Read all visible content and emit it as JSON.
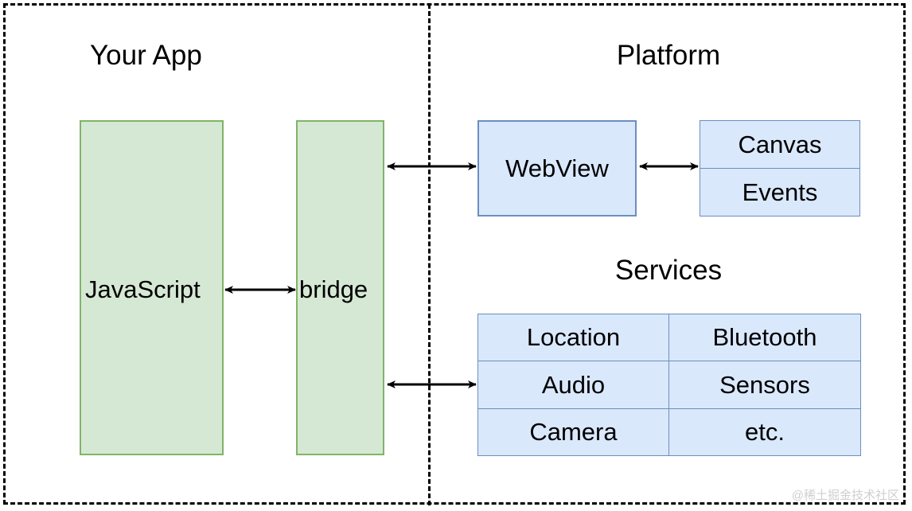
{
  "diagram": {
    "title_left": "Your App",
    "title_right": "Platform",
    "subtitle_right": "Services",
    "app_side": {
      "javascript_label": "JavaScript",
      "bridge_label": "bridge"
    },
    "platform_side": {
      "webview_label": "WebView",
      "webview_features": [
        "Canvas",
        "Events"
      ],
      "services_grid": [
        [
          "Location",
          "Bluetooth"
        ],
        [
          "Audio",
          "Sensors"
        ],
        [
          "Camera",
          "etc."
        ]
      ]
    },
    "connectors": [
      "javascript-bridge-bidirectional",
      "bridge-webview-bidirectional",
      "webview-canvas-events-bidirectional",
      "bridge-services-bidirectional"
    ]
  },
  "colors": {
    "green_fill": "#d5e8d4",
    "green_stroke": "#82b366",
    "blue_fill": "#dae8fc",
    "blue_stroke": "#6c8ebf",
    "line": "#000000",
    "watermark": "#cfcfcf"
  },
  "watermark": {
    "text": "@稀土掘金技术社区"
  }
}
